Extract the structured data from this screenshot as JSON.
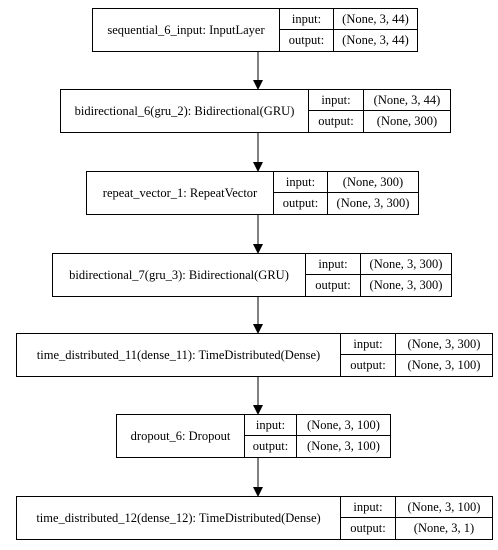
{
  "layers": [
    {
      "label": "sequential_6_input: InputLayer",
      "input_key": "input:",
      "input_val": "(None, 3, 44)",
      "output_key": "output:",
      "output_val": "(None, 3, 44)"
    },
    {
      "label": "bidirectional_6(gru_2): Bidirectional(GRU)",
      "input_key": "input:",
      "input_val": "(None, 3, 44)",
      "output_key": "output:",
      "output_val": "(None, 300)"
    },
    {
      "label": "repeat_vector_1: RepeatVector",
      "input_key": "input:",
      "input_val": "(None, 300)",
      "output_key": "output:",
      "output_val": "(None, 3, 300)"
    },
    {
      "label": "bidirectional_7(gru_3): Bidirectional(GRU)",
      "input_key": "input:",
      "input_val": "(None, 3, 300)",
      "output_key": "output:",
      "output_val": "(None, 3, 300)"
    },
    {
      "label": "time_distributed_11(dense_11): TimeDistributed(Dense)",
      "input_key": "input:",
      "input_val": "(None, 3, 300)",
      "output_key": "output:",
      "output_val": "(None, 3, 100)"
    },
    {
      "label": "dropout_6: Dropout",
      "input_key": "input:",
      "input_val": "(None, 3, 100)",
      "output_key": "output:",
      "output_val": "(None, 3, 100)"
    },
    {
      "label": "time_distributed_12(dense_12): TimeDistributed(Dense)",
      "input_key": "input:",
      "input_val": "(None, 3, 100)",
      "output_key": "output:",
      "output_val": "(None, 3, 1)"
    }
  ]
}
